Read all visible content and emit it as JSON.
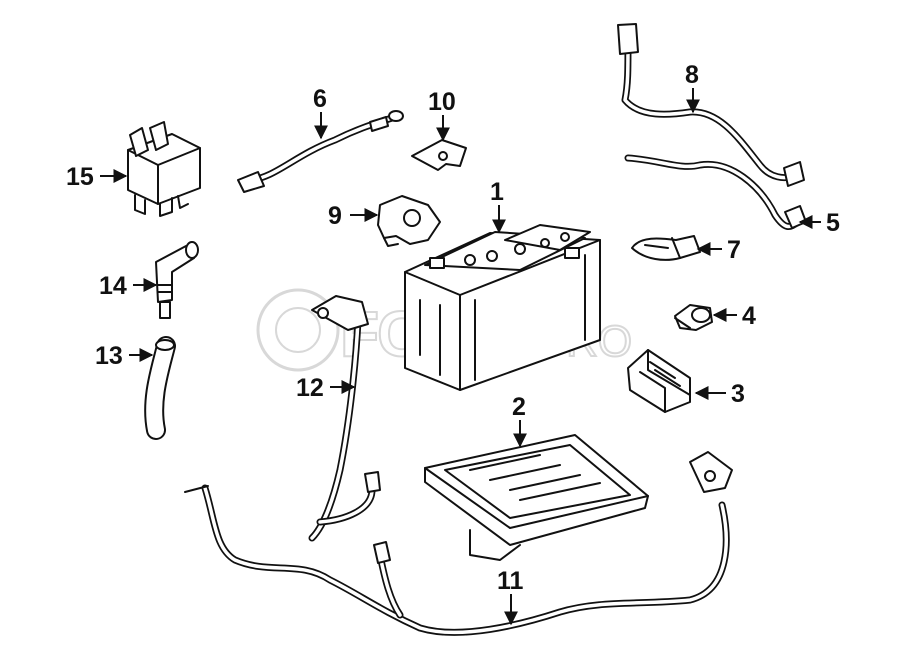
{
  "diagram": {
    "watermark": {
      "main": "FCP",
      "suffix": "EURO"
    },
    "callouts": [
      {
        "id": "1",
        "label": "1"
      },
      {
        "id": "2",
        "label": "2"
      },
      {
        "id": "3",
        "label": "3"
      },
      {
        "id": "4",
        "label": "4"
      },
      {
        "id": "5",
        "label": "5"
      },
      {
        "id": "6",
        "label": "6"
      },
      {
        "id": "7",
        "label": "7"
      },
      {
        "id": "8",
        "label": "8"
      },
      {
        "id": "9",
        "label": "9"
      },
      {
        "id": "10",
        "label": "10"
      },
      {
        "id": "11",
        "label": "11"
      },
      {
        "id": "12",
        "label": "12"
      },
      {
        "id": "13",
        "label": "13"
      },
      {
        "id": "14",
        "label": "14"
      },
      {
        "id": "15",
        "label": "15"
      }
    ]
  }
}
